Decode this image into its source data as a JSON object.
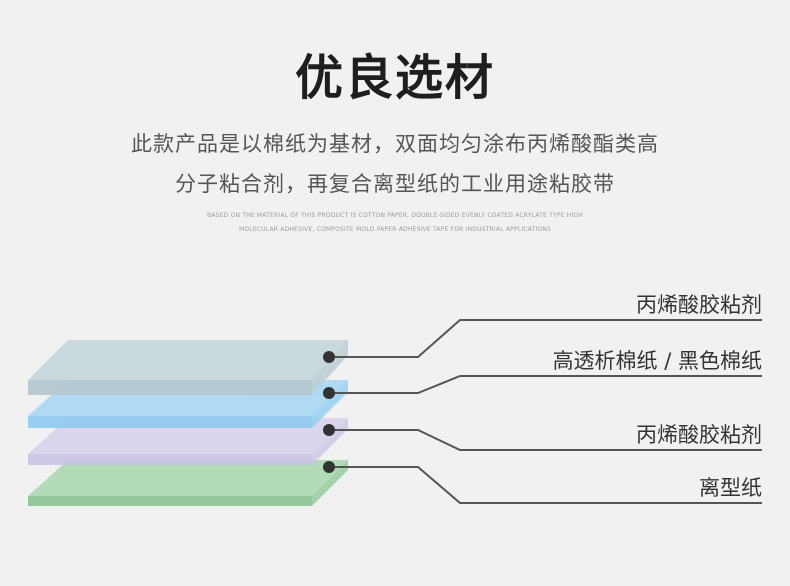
{
  "header": {
    "title": "优良选材",
    "description_line1": "此款产品是以棉纸为基材，双面均匀涂布丙烯酸酯类高",
    "description_line2": "分子粘合剂，再复合离型纸的工业用途粘胶带",
    "english_line1": "BASED ON THE MATERIAL OF THIS PRODUCT IS COTTON PAPER, DOUBLE-SIDED EVENLY COATED ACRYLATE TYPE HIGH",
    "english_line2": "MOLECULAR ADHESIVE, COMPOSITE MOLD PAPER ADHESIVE TAPE FOR INDUSTRIAL APPLICATIONS"
  },
  "layers": [
    {
      "label": "丙烯酸胶粘剂",
      "color": "#c5d6dc"
    },
    {
      "label": "高透析棉纸 / 黑色棉纸",
      "color": "#a9d8f4"
    },
    {
      "label": "丙烯酸胶粘剂",
      "color": "#d6d0ec"
    },
    {
      "label": "离型纸",
      "color": "#b3dbb7"
    }
  ],
  "colors": {
    "background": "#f1f1f1",
    "leader_line": "#555555",
    "dot": "#333333"
  }
}
